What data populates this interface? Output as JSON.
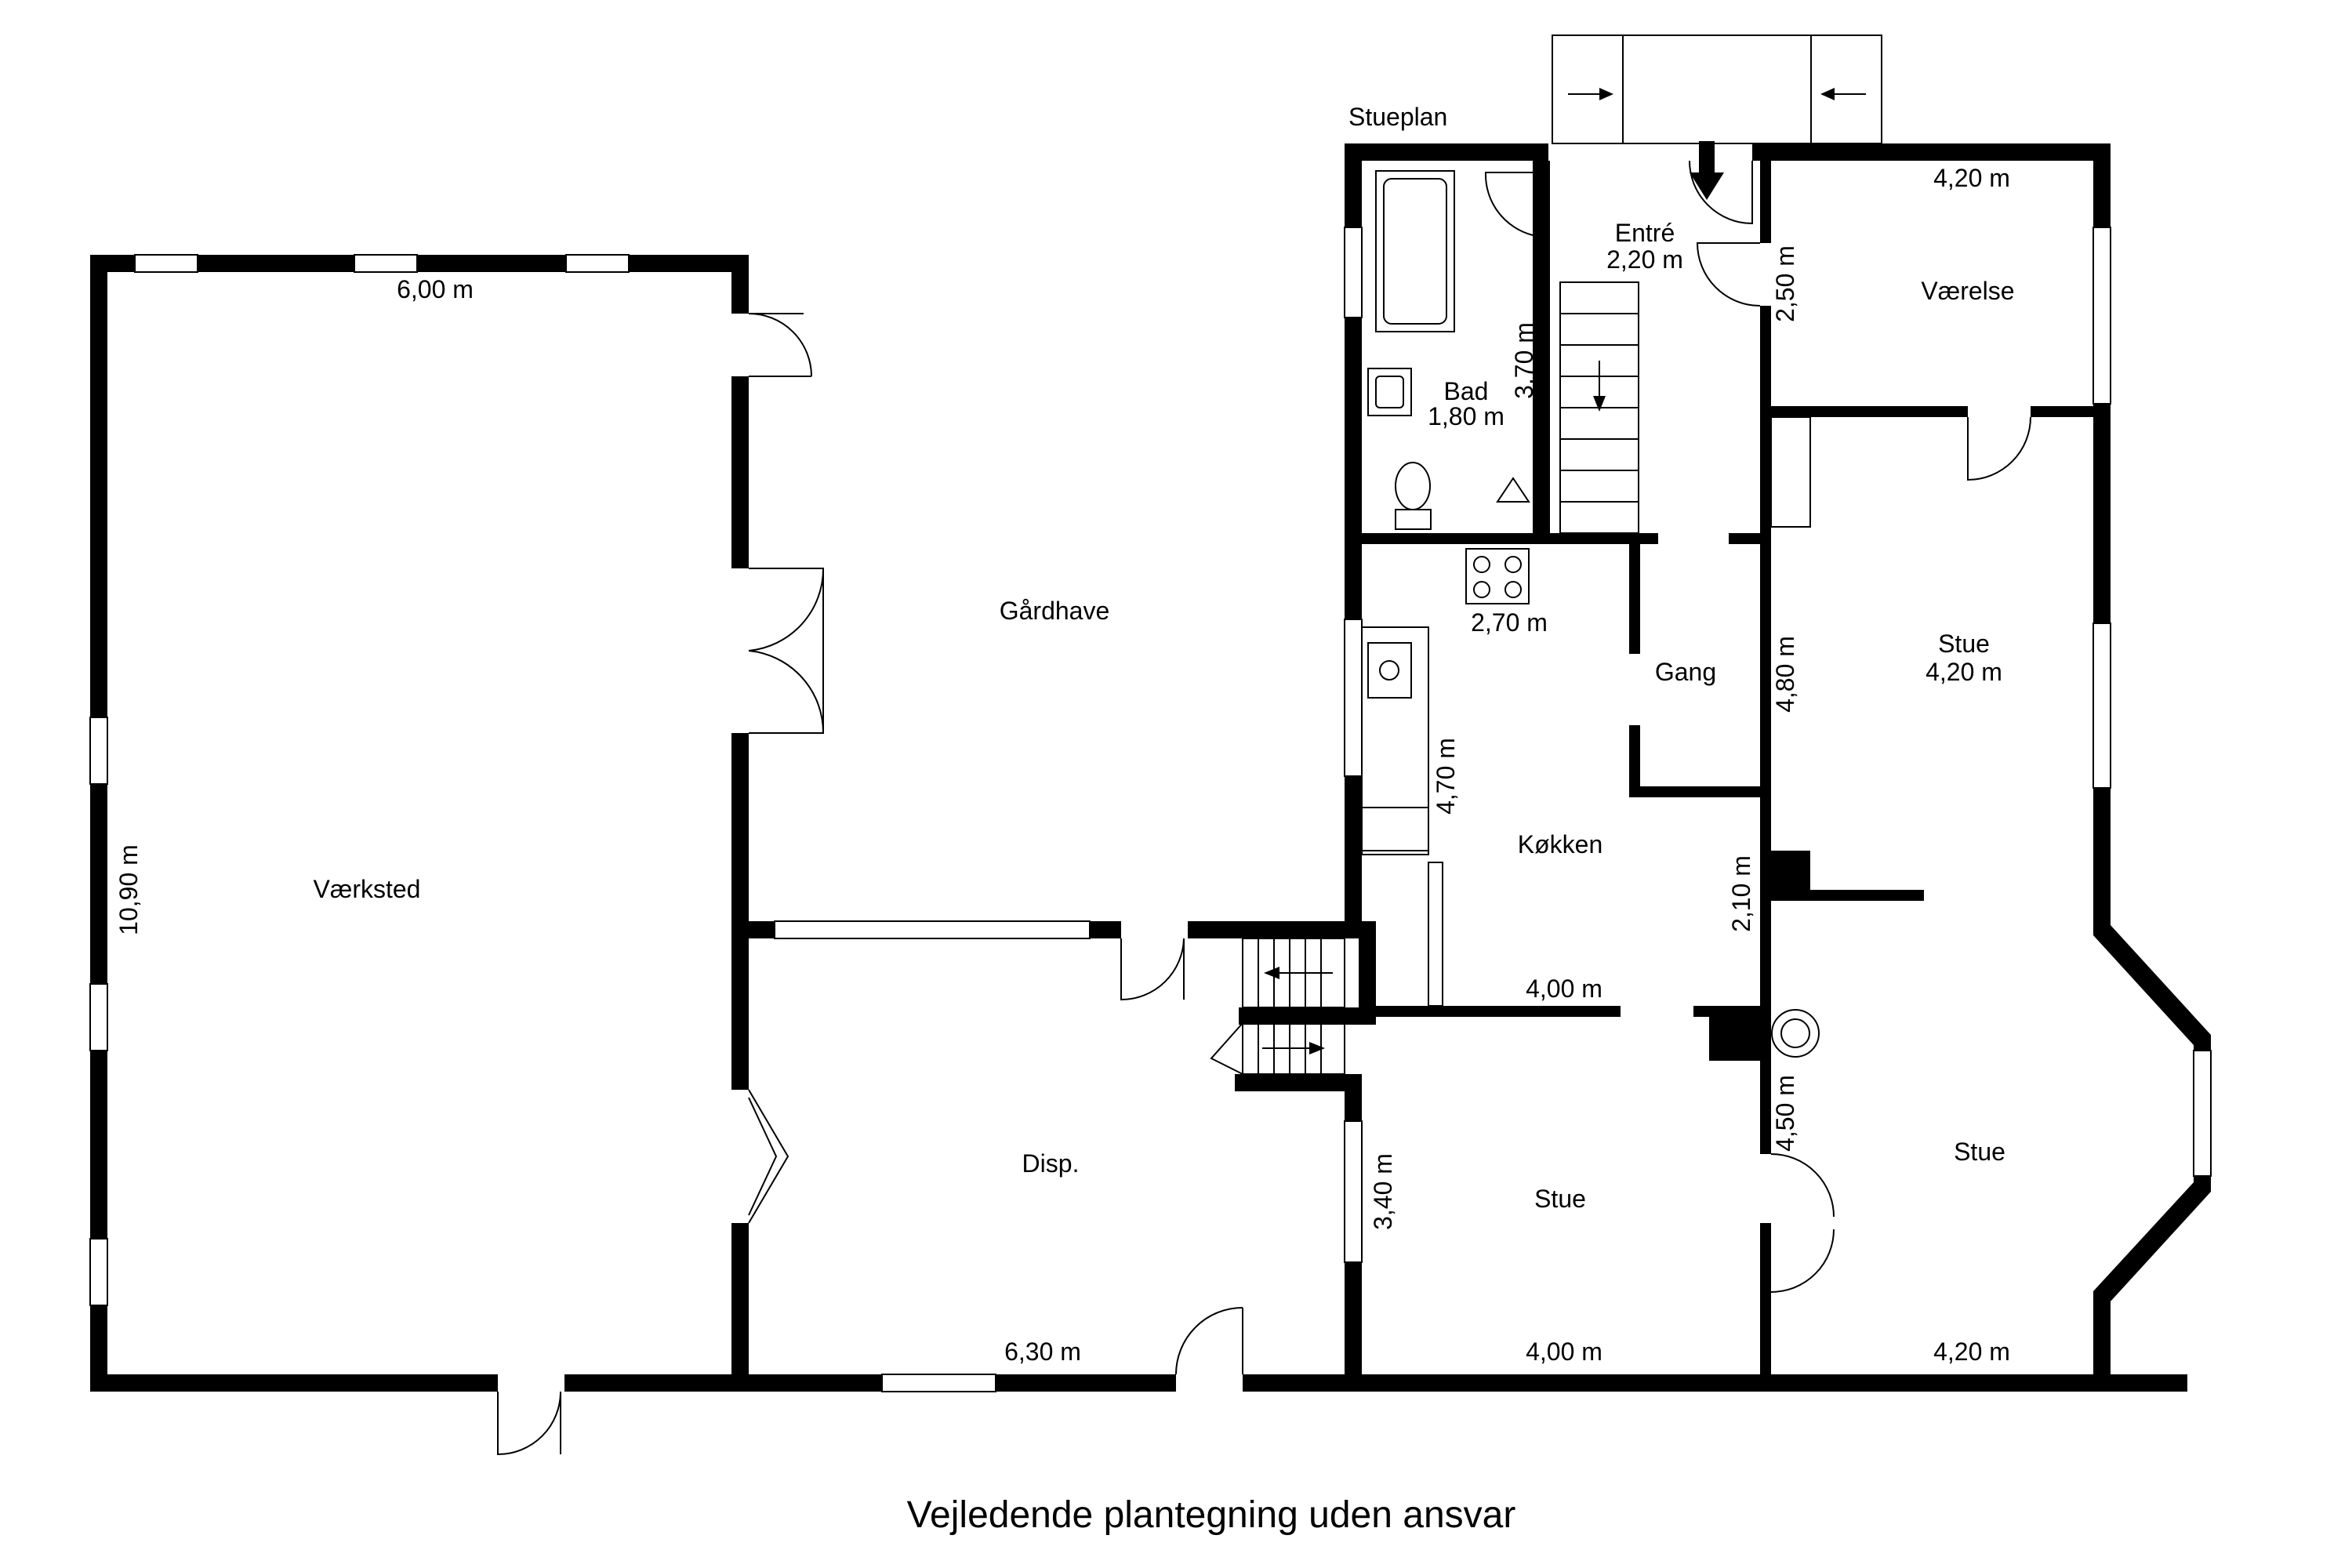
{
  "plan": {
    "floor_label": "Stueplan",
    "caption": "Vejledende plantegning uden ansvar"
  },
  "rooms": {
    "vaerksted": "Værksted",
    "gardhave": "Gårdhave",
    "disp": "Disp.",
    "bad": "Bad",
    "entre": "Entré",
    "vaerelse": "Værelse",
    "gang": "Gang",
    "kokken": "Køkken",
    "stue_upper": "Stue",
    "stue_lower_mid": "Stue",
    "stue_lower_right": "Stue"
  },
  "dimensions": {
    "vaerksted_width": "6,00 m",
    "vaerksted_height": "10,90 m",
    "disp_width": "6,30 m",
    "bad_width": "1,80 m",
    "bad_height": "3,70 m",
    "entre_width": "2,20 m",
    "vaerelse_width": "4,20 m",
    "vaerelse_height": "2,50 m",
    "kokken_top": "2,70 m",
    "kokken_height": "4,70 m",
    "kokken_width": "4,00 m",
    "gang_height": "2,10 m",
    "stue_upper_width": "4,20 m",
    "stue_upper_height": "4,80 m",
    "stue_mid_height": "3,40 m",
    "stue_mid_width": "4,00 m",
    "stue_right_width": "4,20 m",
    "stue_right_height": "4,50 m"
  }
}
